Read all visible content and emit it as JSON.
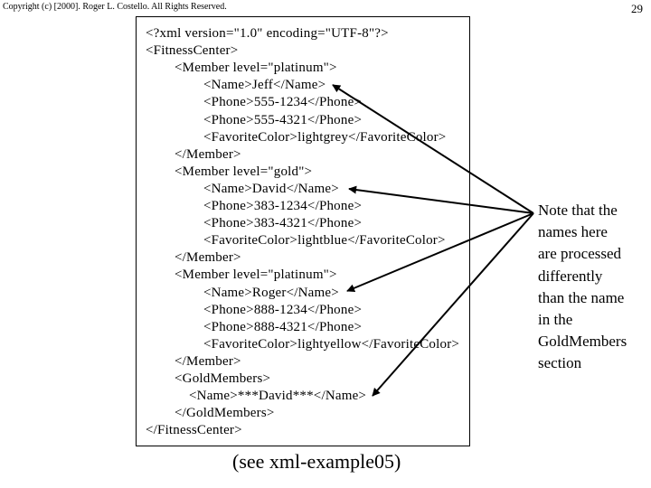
{
  "header": {
    "copyright": "Copyright (c) [2000]. Roger L. Costello. All Rights Reserved.",
    "page_number": "29"
  },
  "code_lines": [
    {
      "indent": 0,
      "text": "<?xml version=\"1.0\" encoding=\"UTF-8\"?>"
    },
    {
      "indent": 0,
      "text": "<FitnessCenter>"
    },
    {
      "indent": 1,
      "text": "<Member level=\"platinum\">"
    },
    {
      "indent": 2,
      "text": "<Name>Jeff</Name>"
    },
    {
      "indent": 2,
      "text": "<Phone>555-1234</Phone>"
    },
    {
      "indent": 2,
      "text": "<Phone>555-4321</Phone>"
    },
    {
      "indent": 2,
      "text": "<FavoriteColor>lightgrey</FavoriteColor>"
    },
    {
      "indent": 1,
      "text": "</Member>"
    },
    {
      "indent": 1,
      "text": "<Member level=\"gold\">"
    },
    {
      "indent": 2,
      "text": "<Name>David</Name>"
    },
    {
      "indent": 2,
      "text": "<Phone>383-1234</Phone>"
    },
    {
      "indent": 2,
      "text": "<Phone>383-4321</Phone>"
    },
    {
      "indent": 2,
      "text": "<FavoriteColor>lightblue</FavoriteColor>"
    },
    {
      "indent": 1,
      "text": "</Member>"
    },
    {
      "indent": 1,
      "text": "<Member level=\"platinum\">"
    },
    {
      "indent": 2,
      "text": "<Name>Roger</Name>"
    },
    {
      "indent": 2,
      "text": "<Phone>888-1234</Phone>"
    },
    {
      "indent": 2,
      "text": "<Phone>888-4321</Phone>"
    },
    {
      "indent": 2,
      "text": "<FavoriteColor>lightyellow</FavoriteColor>"
    },
    {
      "indent": 1,
      "text": "</Member>"
    },
    {
      "indent": 1,
      "text": "<GoldMembers>"
    },
    {
      "indent": 3,
      "text": "<Name>***David***</Name>"
    },
    {
      "indent": 1,
      "text": "</GoldMembers>"
    },
    {
      "indent": 0,
      "text": "</FitnessCenter>"
    }
  ],
  "caption": "(see xml-example05)",
  "note": {
    "lines": [
      "Note that the",
      "names here",
      "are processed",
      "differently",
      "than the name",
      "in the",
      "GoldMembers",
      "section"
    ]
  }
}
